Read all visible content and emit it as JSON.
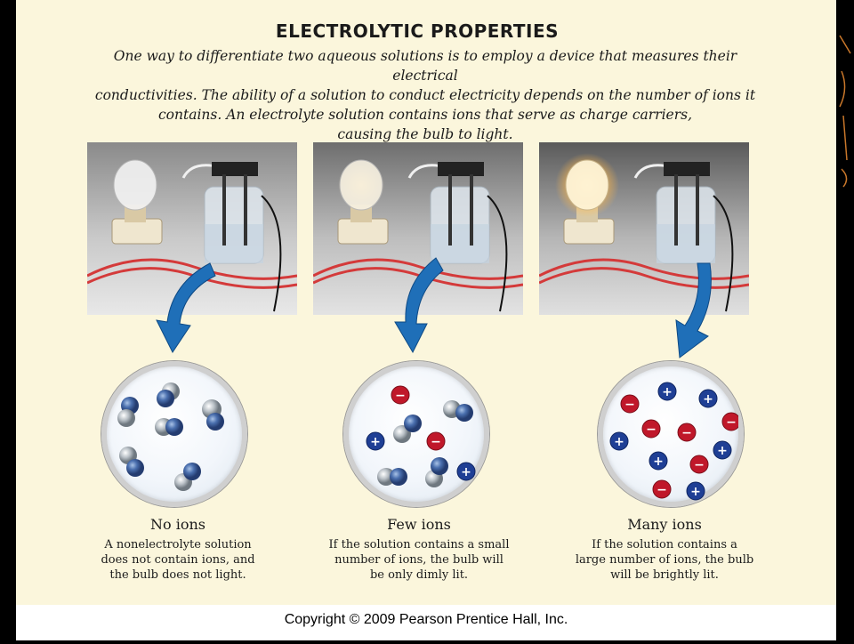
{
  "title": "ELECTROLYTIC PROPERTIES",
  "intro": [
    "One way to differentiate two aqueous solutions is to employ a device that measures their electrical",
    "conductivities. The ability of a solution to conduct electricity depends on the number of ions it",
    "contains. An electrolyte solution contains ions that serve as charge carriers,",
    "causing the bulb to light."
  ],
  "panels": [
    {
      "heading": "No ions",
      "lines": [
        "A nonelectrolyte solution",
        "does not contain ions, and",
        "the bulb does not light."
      ]
    },
    {
      "heading": "Few ions",
      "lines": [
        "If the solution contains a small",
        "number of ions, the bulb will",
        "be only dimly lit."
      ]
    },
    {
      "heading": "Many ions",
      "lines": [
        "If the solution contains a",
        "large number of ions, the bulb",
        "will be brightly lit."
      ]
    }
  ],
  "ion_symbols": {
    "positive": "+",
    "negative": "−"
  },
  "colors": {
    "cation": "#1f3f95",
    "anion": "#c0182a",
    "arrow": "#1f6fb8",
    "background": "#fbf6dc"
  },
  "copyright": "Copyright © 2009 Pearson Prentice Hall, Inc."
}
